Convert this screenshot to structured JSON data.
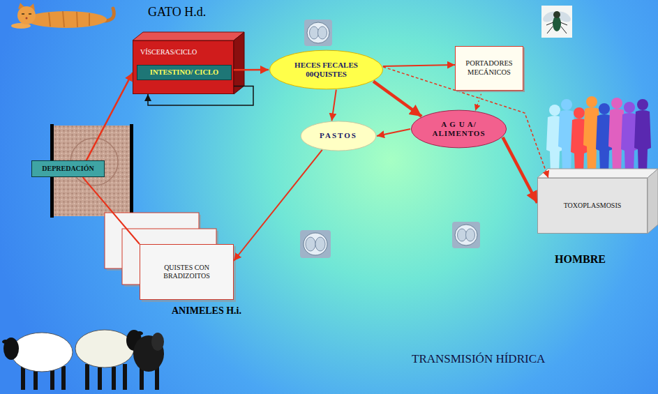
{
  "diagram": {
    "nodes": [
      {
        "text": [
          "VÍSCERAS/CICLO"
        ]
      },
      {
        "text": [
          "INTESTINO/ CICLO"
        ],
        "in": 0
      },
      {
        "text": [
          "HECES FECALES 00QUISTES"
        ]
      },
      {
        "text": [
          "PORTADORES MECÁNICOS"
        ]
      },
      {
        "text": [
          "PASTOS"
        ]
      },
      {
        "text": [
          "A G U A/ ALIMENTOS"
        ]
      },
      {
        "text": [
          "TOXOPLASMOSIS"
        ]
      },
      {
        "text": [
          "QUISTES CON BRADIZOITOS"
        ]
      },
      {
        "text": [
          "DEPREDACIÓN"
        ]
      }
    ],
    "edges": [
      {
        "from": 0,
        "to": 2,
        "arrow": "to"
      },
      {
        "from": 0,
        "to": 0,
        "arrow": "to"
      },
      {
        "from": 2,
        "to": 3,
        "arrow": "to"
      },
      {
        "from": 2,
        "to": 4,
        "arrow": "to"
      },
      {
        "from": 2,
        "to": 5,
        "arrow": "to"
      },
      {
        "from": 2,
        "to": 6,
        "arrow": "to"
      },
      {
        "from": 3,
        "to": 5,
        "arrow": "to"
      },
      {
        "from": 5,
        "to": 4,
        "arrow": "to"
      },
      {
        "from": 5,
        "to": 6,
        "arrow": "to"
      },
      {
        "from": 4,
        "to": 7,
        "arrow": "to"
      },
      {
        "from": 7,
        "to": 8,
        "arrow": "none"
      },
      {
        "from": 8,
        "to": 0,
        "arrow": "to"
      }
    ],
    "labels": [
      "GATO H.d.",
      "HOMBRE",
      "ANIMELES H.i.",
      "TRANSMISIÓN HÍDRICA"
    ]
  }
}
